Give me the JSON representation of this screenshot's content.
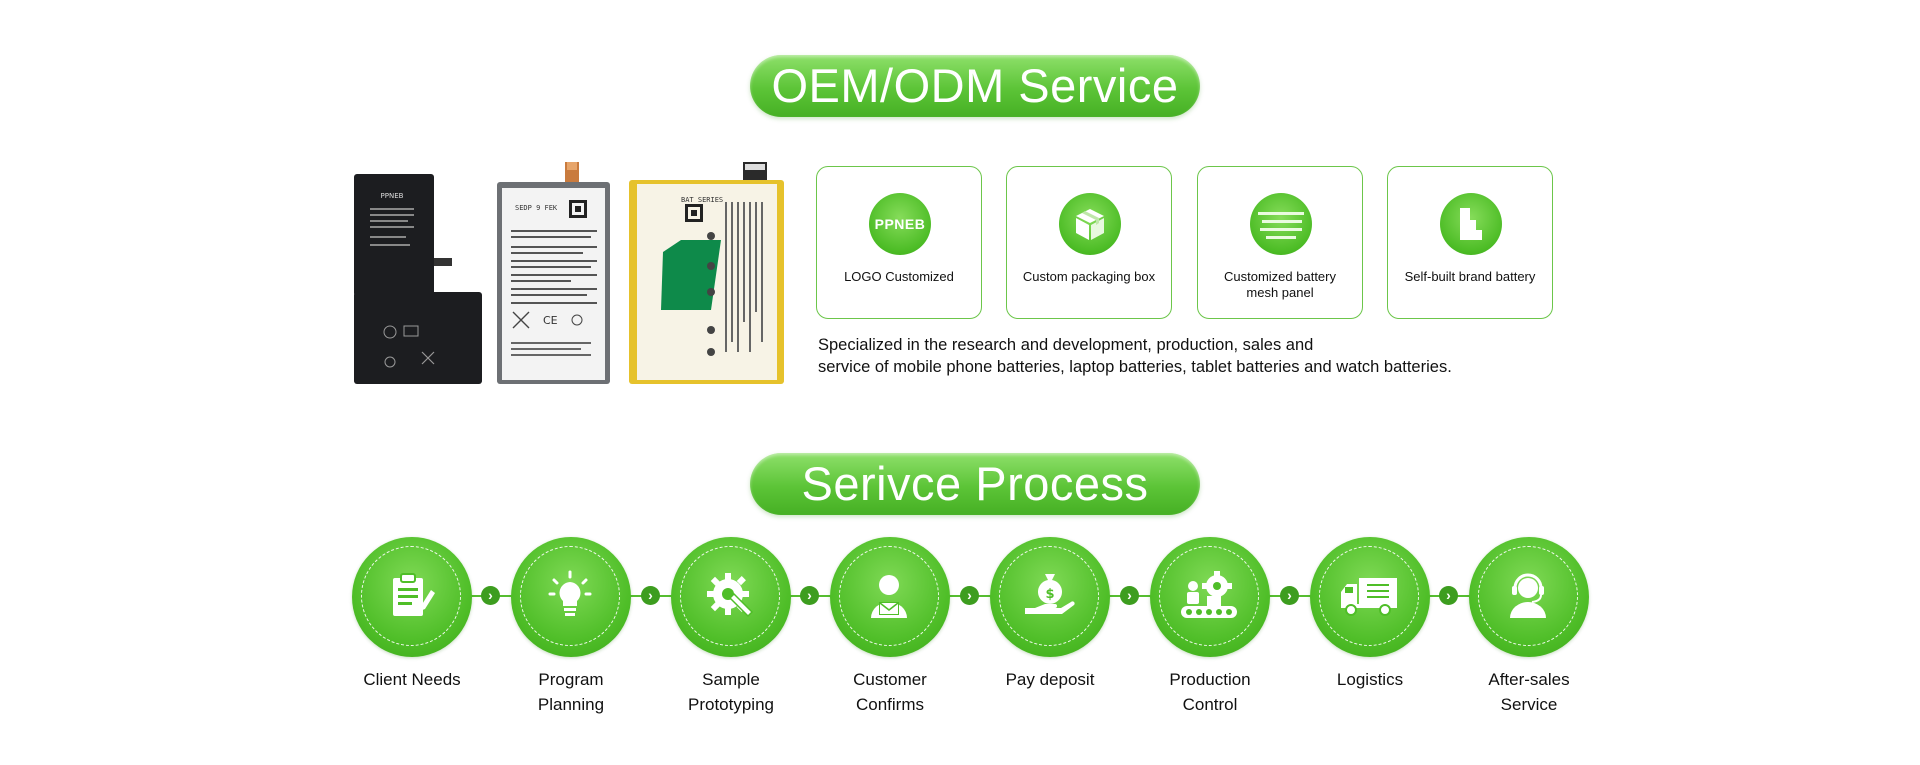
{
  "oem_title": "OEM/ODM Service",
  "process_title": "Serivce Process",
  "battery_labels": {
    "b1_brand": "PPNEB",
    "b2_code": "SEDP 9 FEK",
    "b3_code": "BAT SERIES"
  },
  "cards": [
    {
      "icon": "ppneb-logo-icon",
      "label": "LOGO Customized",
      "label_line2": ""
    },
    {
      "icon": "packaging-box-icon",
      "label": "Custom packaging box",
      "label_line2": ""
    },
    {
      "icon": "mesh-panel-icon",
      "label": "Customized battery",
      "label_line2": "mesh panel"
    },
    {
      "icon": "brand-battery-icon",
      "label": "Self-built brand battery",
      "label_line2": ""
    }
  ],
  "card_logo_text": "PPNEB",
  "description": {
    "line1": "Specialized in the research and development, production, sales and",
    "line2": "service of mobile phone batteries, laptop batteries, tablet batteries and watch batteries."
  },
  "steps": [
    {
      "icon": "clipboard-icon",
      "line1": "Client Needs",
      "line2": ""
    },
    {
      "icon": "lightbulb-icon",
      "line1": "Program",
      "line2": "Planning"
    },
    {
      "icon": "gear-wrench-icon",
      "line1": "Sample",
      "line2": "Prototyping"
    },
    {
      "icon": "customer-confirm-icon",
      "line1": "Customer",
      "line2": "Confirms"
    },
    {
      "icon": "money-bag-hand-icon",
      "line1": "Pay deposit",
      "line2": ""
    },
    {
      "icon": "production-line-icon",
      "line1": "Production",
      "line2": "Control"
    },
    {
      "icon": "delivery-truck-icon",
      "line1": "Logistics",
      "line2": ""
    },
    {
      "icon": "headset-support-icon",
      "line1": "After-sales",
      "line2": "Service"
    }
  ],
  "colors": {
    "accent": "#4fbe28",
    "accent_dark": "#3d9d1f",
    "border": "#6cc64a"
  }
}
